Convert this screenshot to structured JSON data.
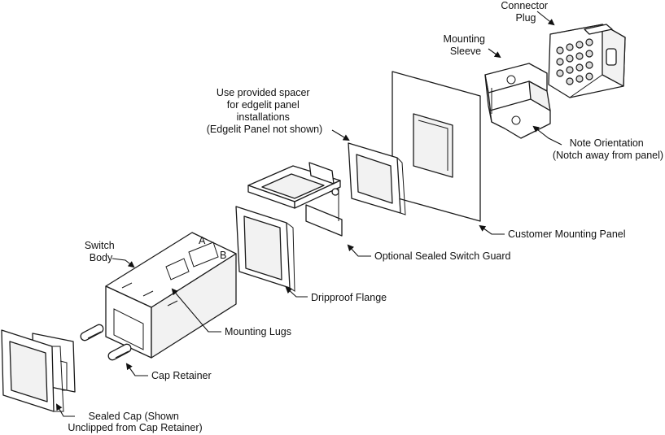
{
  "diagram": {
    "labels": {
      "connector_plug": [
        "Connector",
        "Plug"
      ],
      "mounting_sleeve": [
        "Mounting",
        "Sleeve"
      ],
      "spacer": [
        "Use provided spacer",
        "for edgelit panel",
        "installations",
        "(Edgelit Panel not shown)"
      ],
      "note_orientation": [
        "Note Orientation",
        "(Notch away from panel)"
      ],
      "customer_panel": [
        "Customer Mounting Panel"
      ],
      "switch_guard": [
        "Optional Sealed Switch Guard"
      ],
      "switch_body": [
        "Switch",
        "Body"
      ],
      "dripproof_flange": [
        "Dripproof Flange"
      ],
      "mounting_lugs": [
        "Mounting Lugs"
      ],
      "cap_retainer": [
        "Cap Retainer"
      ],
      "sealed_cap": [
        "Sealed Cap (Shown",
        "Unclipped from Cap Retainer)"
      ]
    },
    "body_markings": [
      "A",
      "B"
    ]
  }
}
